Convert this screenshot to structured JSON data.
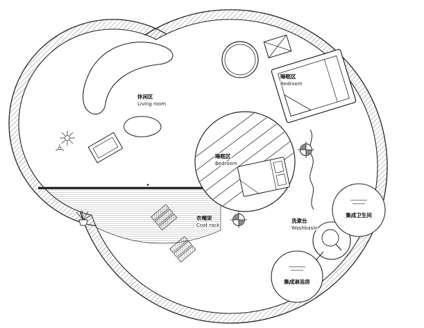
{
  "document": {
    "kind": "circular floor plan drawing",
    "shape": "two overlapping circular rooms (snail plan)"
  },
  "colors": {
    "line": "#222222",
    "wall_hatch": "#777777",
    "deck_hatch": "#b3b3b3",
    "background": "#ffffff"
  },
  "areas": {
    "living": {
      "zh": "休闲区",
      "en": "Living room"
    },
    "bedroom1": {
      "zh": "睡眠区",
      "en": "Bedroom"
    },
    "bedroom2": {
      "zh": "睡眠区",
      "en": "Bedroom"
    },
    "coatrack": {
      "zh": "衣帽架",
      "en": "Coat rack"
    },
    "washbasin": {
      "zh": "洗漱台",
      "en": "Washbasin"
    },
    "bathroom_pod": {
      "zh": "集成卫生间"
    },
    "shower_pod": {
      "zh": "集成淋浴房"
    }
  },
  "icons": [
    "plant-icon",
    "column-target-icon",
    "curtain-wave-icon",
    "bed-icon",
    "sofa-icon",
    "pouf-icon",
    "skylight-x-icon",
    "coat-rack-icon",
    "washbasin-icon",
    "direction-arrow-icon"
  ]
}
